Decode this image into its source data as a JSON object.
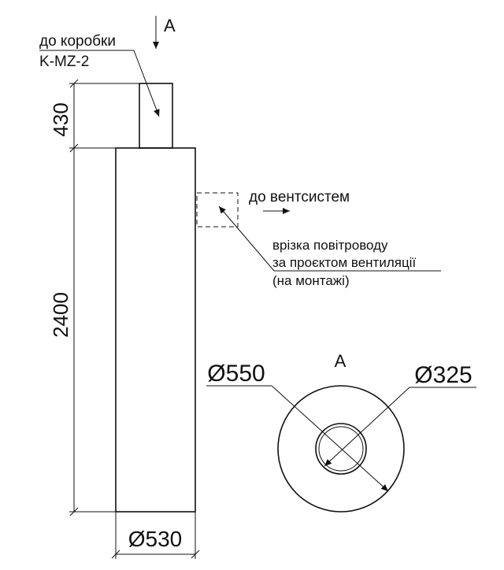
{
  "view_marker": "A",
  "connection_label_line1": "до коробки",
  "connection_label_line2": "K-MZ-2",
  "dim_top_height": "430",
  "dim_main_height": "2400",
  "dim_bottom_diameter": "Ø530",
  "vent_label": "до вентсистем",
  "note_line1": "врізка повітроводу",
  "note_line2": "за проєктом вентиляції",
  "note_line3": "(на монтажі)",
  "section_title": "A",
  "dim_outer_diameter": "Ø550",
  "dim_inner_diameter": "Ø325"
}
